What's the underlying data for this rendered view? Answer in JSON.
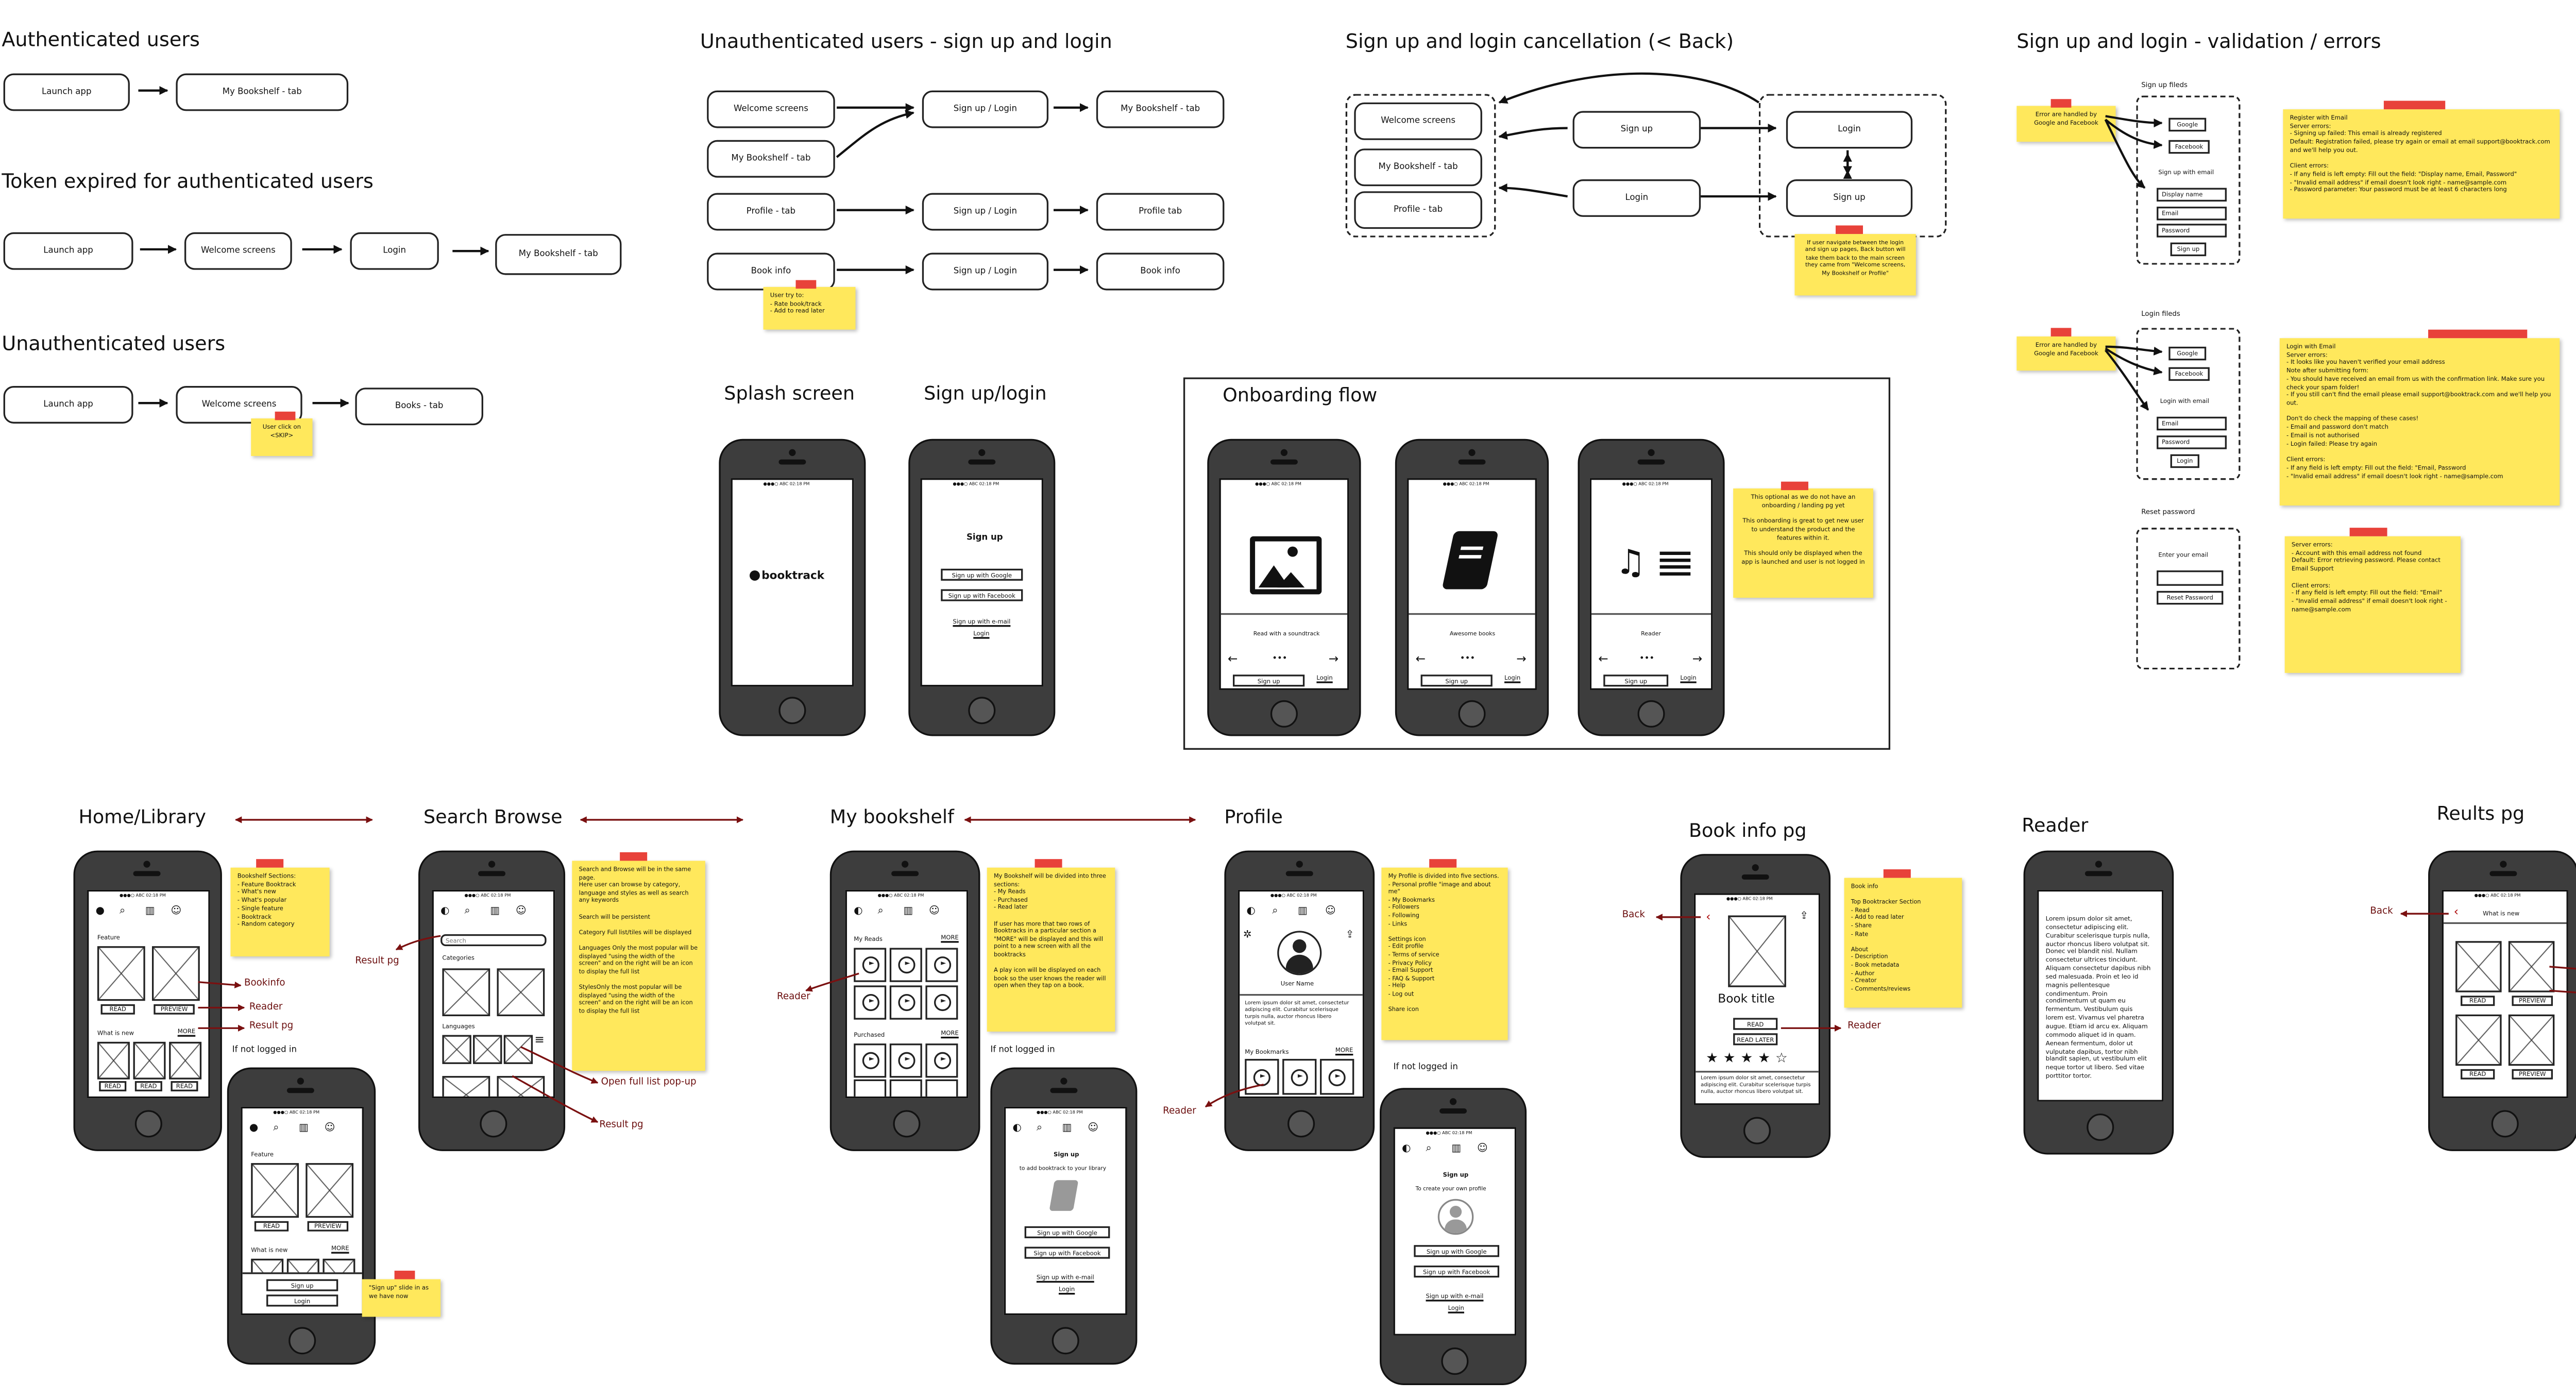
{
  "flows": {
    "auth_title": "Authenticated users",
    "auth_launch": "Launch app",
    "auth_bookshelf": "My Bookshelf - tab",
    "token_title": "Token expired for authenticated users",
    "token_launch": "Launch app",
    "token_welcome": "Welcome screens",
    "token_login": "Login",
    "token_bookshelf": "My Bookshelf - tab",
    "unauth_title": "Unauthenticated users",
    "unauth_launch": "Launch app",
    "unauth_welcome": "Welcome screens",
    "unauth_books": "Books - tab",
    "unauth_note": "User click on\n<SKIP>",
    "signup_title": "Unauthenticated users - sign up and login",
    "su_welcome": "Welcome screens",
    "su_bookshelf_a": "My Bookshelf - tab",
    "su_signup1": "Sign up  /  Login",
    "su_bookshelf_b": "My Bookshelf - tab",
    "su_profile": "Profile - tab",
    "su_signup2": "Sign up  /  Login",
    "su_profile_b": "Profile tab",
    "su_bookinfo": "Book info",
    "su_signup3": "Sign up  /  Login",
    "su_bookinfo_b": "Book info",
    "su_note": "User try to:\n- Rate book/track\n- Add to read later",
    "cancel_title": "Sign up and login cancellation (< Back)",
    "c_welcome": "Welcome screens",
    "c_bookshelf": "My Bookshelf - tab",
    "c_profile": "Profile - tab",
    "c_signup": "Sign up",
    "c_login": "Login",
    "c_login_r": "Login",
    "c_signup_r": "Sign up",
    "c_note": "If user navigate between the login and sign up pages, Back button will take them back to the main screen they came from \"Welcome screens, My Bookshelf or Profile\"",
    "val_title": "Sign up and login - validation / errors"
  },
  "validation": {
    "signup_fields": "Sign up fileds",
    "login_fields": "Login fileds",
    "reset_label": "Reset password",
    "google": "Google",
    "facebook": "Facebook",
    "signup_email": "Sign up with email",
    "display_name": "Display name",
    "email": "Email",
    "password": "Password",
    "signup_btn": "Sign up",
    "login_email": "Login with email",
    "login_btn": "Login",
    "enter_email": "Enter your email",
    "reset_btn": "Reset Password",
    "err_note1": "Error are handled by\nGoogle and Facebook",
    "err_note2": "Error are handled by\nGoogle and Facebook",
    "reg_note": "Register with Email\nServer errors:\n-  Signing up failed: This email is already registered\n   Default: Registration failed, please try again or email at email support@booktrack.com and we'll help you out.\n\nClient errors:\n-  If any field is left empty: Fill out the field: \"Display name, Email, Password\"\n-  \"Invalid email address\" if email doesn't look right - name@sample.com\n-  Password parameter: Your password must be at least 6 characters long",
    "login_note": "Login with Email\nServer errors:\n-  It looks like you haven't verified your email address\n   Note after submitting form:\n   - You should have received an email from us with the confirmation link. Make sure you check your spam folder!\n   - If you still can't find the email please email support@booktrack.com and we'll help you out.\n\n   Don't do check the mapping of these cases!\n-  Email and password don't match\n-  Email is not authorised\n-  Login failed: Please try again\n\nClient errors:\n-  If any field is left empty: Fill out the field: \"Email, Password\n-  \"Invalid email address\" if email doesn't look right - name@sample.com",
    "reset_note": "Server errors:\n-  Account with this email address not found\n   Default: Error retrieving password. Please contact Email Support\n\nClient errors:\n-  If any field is left empty: Fill out the field: \"Email\"\n-  \"Invalid email address\" if email doesn't look right - name@sample.com"
  },
  "screens": {
    "splash_title": "Splash screen",
    "signup_login_title": "Sign up/login",
    "onboarding_title": "Onboarding flow",
    "status": "●●●○ ABC   02:18 PM",
    "logo_text": "booktrack",
    "signup_heading": "Sign up",
    "signup_google": "Sign up with Google",
    "signup_facebook": "Sign up with Facebook",
    "signup_email": "Sign up with e-mail",
    "login_link": "Login",
    "ob1_caption": "Read with a soundtrack",
    "ob2_caption": "Awesome books",
    "ob3_caption": "Reader",
    "ob_signup": "Sign up",
    "ob_login": "Login",
    "ob_dots": "•••",
    "ob_note": "This optional as we do not have an onboarding / landing pg yet\n\nThis onboarding is great to get new user to understand the product and the features within it.\n\nThis should only be displayed when the app is launched and user is not logged in"
  },
  "bottom": {
    "home_title": "Home/Library",
    "search_title": "Search Browse",
    "bookshelf_title": "My bookshelf",
    "profile_title": "Profile",
    "bookinfo_title": "Book info pg",
    "reader_title": "Reader",
    "results_title": "Reults pg",
    "feature": "Feature",
    "whats_new": "What is new",
    "more": "MORE",
    "read": "READ",
    "preview": "PREVIEW",
    "search_ph": "Search",
    "categories": "Categories",
    "languages": "Languages",
    "my_reads": "My Reads",
    "purchased": "Purchased",
    "user_name": "User Name",
    "my_bookmarks": "My Bookmarks",
    "lorem": "Lorem ipsum dolor sit amet, consectetur adipiscing elit. Curabitur scelerisque turpis nulla, auctor rhoncus libero volutpat sit.",
    "book_title": "Book title",
    "read_later": "READ LATER",
    "reader_text": "Lorem ipsum dolor sit amet, consectetur adipiscing elit. Curabitur scelerisque turpis nulla, auctor rhoncus libero volutpat sit. Donec vel blandit nisl. Nullam consectetur ultrices tincidunt. Aliquam consectetur dapibus nibh sed malesuada. Proin et leo id magnis pellentesque condimentum. Proin condimentum ut quam eu fermentum. Vestibulum quis lorem est. Vivamus vel pharetra augue. Etiam id arcu ex. Aliquam commodo aliquet id in quam. Aenean fermentum, dolor ut vulputate dapibus, tortor nibh blandit sapien, ut vestibulum elit neque tortor ut libero. Sed vitae porttitor tortor.",
    "bookinfo": "Bookinfo",
    "reader": "Reader",
    "result_pg": "Result pg",
    "open_popup": "Open full list pop-up",
    "if_not_logged": "If not logged in",
    "back": "Back",
    "signup_note": "\"Sign up\" slide in as we have now",
    "home_note": "Bookshelf Sections:\n-  Feature Booktrack\n-  What's new\n-  What's popular\n-  Single feature\n-  Booktrack\n-  Random category",
    "search_note": "Search and Browse will be in the same page.\nHere user can browse by category, language and styles as well as search any keywords\n\nSearch will be persistent\n\nCategory Full list/tiles will be displayed\n\nLanguages Only the most popular will be displayed \"using the width of the screen\" and on the right will be an icon to display the full list\n\nStylesOnly the most popular will be displayed \"using the width of the screen\" and on the right will be an icon to display the full list",
    "shelf_note": "My Bookshelf will be divided into three sections:\n-  My Reads\n-  Purchased\n-  Read later\n\nIf user has more that two rows of Booktracks in a particular section a \"MORE\" will be displayed and this will point to a new screen with all the booktracks\n\nA play icon will be displayed on each book so the user knows the reader will open when they tap on a book.",
    "profile_note": "My Profile is divided into five sections.\n-  Personal profile \"image and about me\"\n-  My Bookmarks\n-  Followers\n-  Following\n-  Links\n\nSettings icon\n-  Edit profile\n-  Terms of service\n-  Privacy Policy\n-  Email Support\n-  FAQ & Support\n-  Help\n-  Log out\n\nShare icon",
    "bookinfo_note": "Book info\n\nTop Booktracker Section\n-  Read\n-  Add to read later\n-  Share\n-  Rate\n\nAbout\n-  Description\n-  Book metadata\n-  Author\n-  Creator\n-  Comments/reviews",
    "login_signup": "Sign up",
    "login_add": "to add booktrack to your library",
    "login_profile": "To create your own profile",
    "signup_google": "Sign up with Google",
    "signup_facebook": "Sign up with Facebook",
    "signup_email": "Sign up with e-mail",
    "login_link": "Login",
    "home_signup_btn": "Sign up",
    "home_login_btn": "Login"
  }
}
